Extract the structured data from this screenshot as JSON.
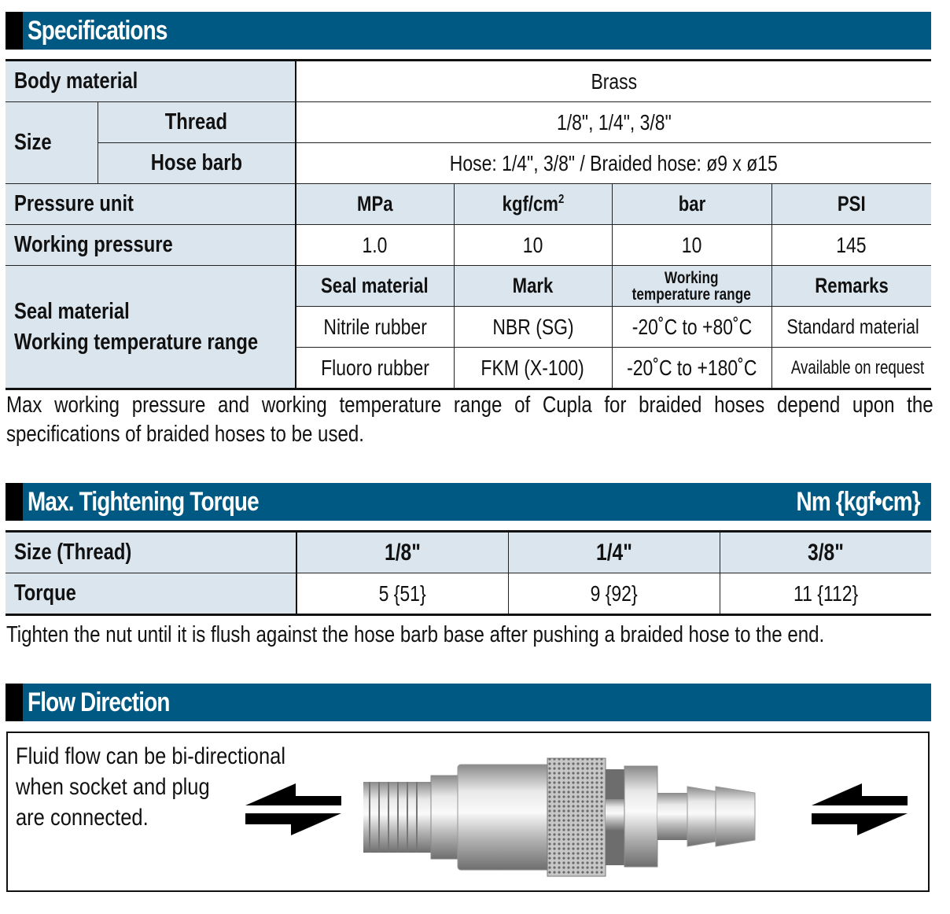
{
  "specifications": {
    "title": "Specifications",
    "body_material": {
      "label": "Body material",
      "value": "Brass"
    },
    "size": {
      "label": "Size",
      "thread": {
        "label": "Thread",
        "value": "1/8\", 1/4\", 3/8\""
      },
      "hose_barb": {
        "label": "Hose barb",
        "value": "Hose: 1/4\", 3/8\" / Braided hose: ø9 x ø15"
      }
    },
    "pressure_unit": {
      "label": "Pressure unit",
      "units": [
        "MPa",
        "kgf/cm",
        "bar",
        "PSI"
      ],
      "superscript": "2"
    },
    "working_pressure": {
      "label": "Working pressure",
      "values": [
        "1.0",
        "10",
        "10",
        "145"
      ]
    },
    "seal": {
      "label_line1": "Seal material",
      "label_line2": "Working temperature range",
      "headers": [
        "Seal material",
        "Mark",
        "Working",
        "temperature range",
        "Remarks"
      ],
      "rows": [
        {
          "material": "Nitrile rubber",
          "mark": "NBR (SG)",
          "range": "-20˚C to +80˚C",
          "remarks": "Standard material"
        },
        {
          "material": "Fluoro rubber",
          "mark": "FKM (X-100)",
          "range": "-20˚C to +180˚C",
          "remarks": "Available on request"
        }
      ]
    },
    "note": "Max working pressure and working temperature range of Cupla for braided hoses depend upon the specifications of braided hoses to be used."
  },
  "torque": {
    "title": "Max. Tightening Torque",
    "unit": "Nm {kgf•cm}",
    "size_label": "Size (Thread)",
    "sizes": [
      "1/8\"",
      "1/4\"",
      "3/8\""
    ],
    "torque_label": "Torque",
    "values": [
      "5 {51}",
      "9 {92}",
      "11 {112}"
    ],
    "note": "Tighten the nut until it is flush against the hose barb base after pushing a braided hose to the end."
  },
  "flow": {
    "title": "Flow Direction",
    "text_lines": [
      "Fluid flow can be bi-directional",
      "when socket and plug",
      "are connected."
    ],
    "image": "coupling-photo",
    "icons": [
      "bidirectional-arrows-icon",
      "bidirectional-arrows-icon"
    ]
  },
  "colors": {
    "header_bg": "#005982",
    "label_bg": "#dbe5ee"
  }
}
